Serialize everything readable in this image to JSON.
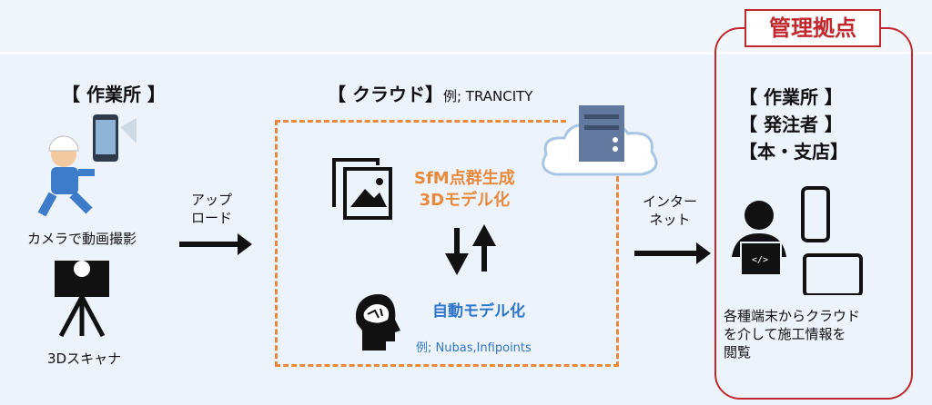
{
  "site": {
    "title": "【 作業所 】",
    "camera_label": "カメラで動画撮影",
    "scanner_label": "3Dスキャナ"
  },
  "upload": {
    "label_line1": "アップ",
    "label_line2": "ロード"
  },
  "cloud": {
    "title": "【 クラウド】",
    "example": "例; TRANCITY",
    "sfm_line1": "SfM点群生成",
    "sfm_line2": "3Dモデル化",
    "auto_model": "自動モデル化",
    "auto_example": "例; Nubas,Infipoints"
  },
  "internet": {
    "label_line1": "インター",
    "label_line2": "ネット"
  },
  "hub": {
    "title": "管理拠点",
    "line1": "【 作業所 】",
    "line2": "【 発注者 】",
    "line3": "【本・支店】",
    "desc_line1": "各種端末からクラウド",
    "desc_line2": "を介して施工情報を",
    "desc_line3": "閲覧"
  },
  "colors": {
    "orange": "#e88a3c",
    "blue": "#2f75c9",
    "red": "#c0282d"
  }
}
